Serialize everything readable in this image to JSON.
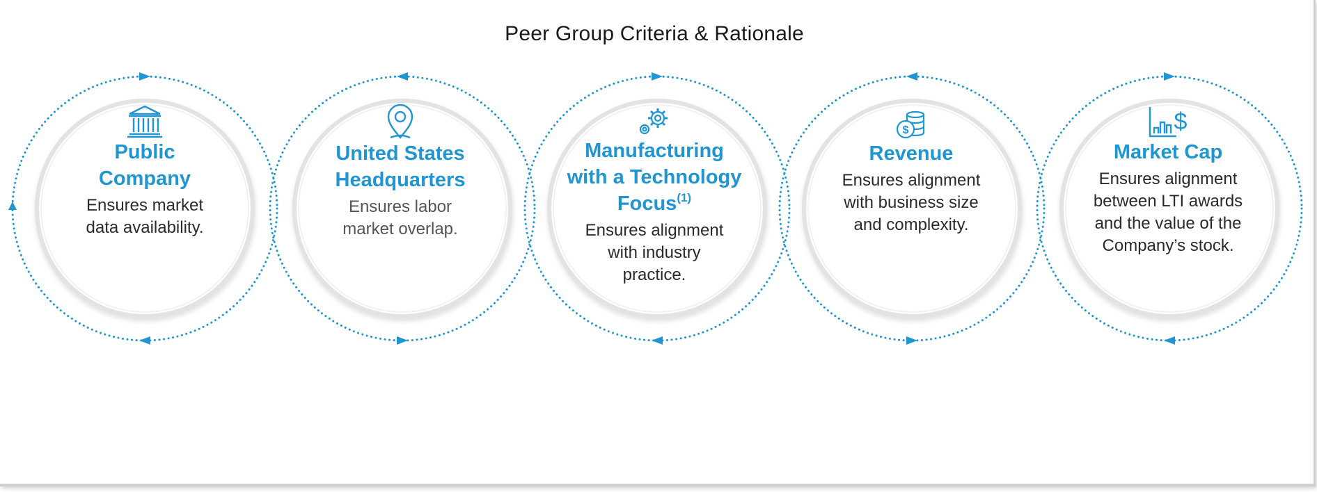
{
  "title": "Peer Group Criteria & Rationale",
  "colors": {
    "accent": "#1f96d1",
    "text": "#2a2a2a"
  },
  "criteria": [
    {
      "icon": "bank-building-icon",
      "heading_lines": [
        "Public",
        "Company"
      ],
      "footnote": "",
      "desc_lines": [
        "Ensures market",
        "data availability."
      ]
    },
    {
      "icon": "map-pin-icon",
      "heading_lines": [
        "United States",
        "Headquarters"
      ],
      "footnote": "",
      "desc_lines": [
        "Ensures labor",
        "market overlap."
      ]
    },
    {
      "icon": "gears-icon",
      "heading_lines": [
        "Manufacturing",
        "with a Technology",
        "Focus"
      ],
      "footnote": "(1)",
      "desc_lines": [
        "Ensures alignment",
        "with industry",
        "practice."
      ]
    },
    {
      "icon": "coins-dollar-icon",
      "heading_lines": [
        "Revenue"
      ],
      "footnote": "",
      "desc_lines": [
        "Ensures alignment",
        "with business size",
        "and complexity."
      ]
    },
    {
      "icon": "chart-dollar-icon",
      "heading_lines": [
        "Market Cap"
      ],
      "footnote": "",
      "desc_lines": [
        "Ensures alignment",
        "between LTI awards",
        "and the value of the",
        "Company’s stock."
      ]
    }
  ]
}
